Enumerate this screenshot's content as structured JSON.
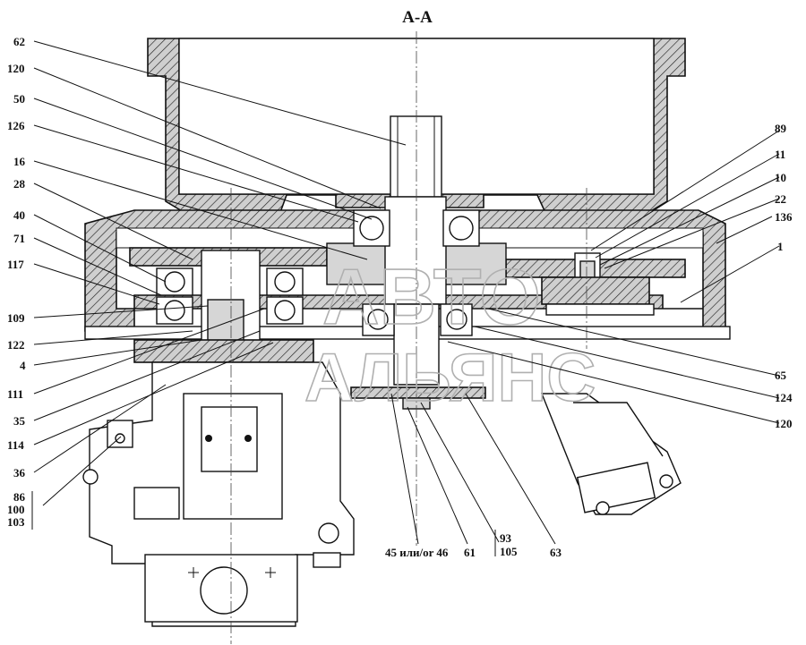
{
  "title": "A-A",
  "watermark": {
    "line1": "АВТО",
    "line2": "АЛЬЯНС"
  },
  "callouts_left": [
    "62",
    "120",
    "50",
    "126",
    "16",
    "28",
    "40",
    "71",
    "117",
    "109",
    "122",
    "4",
    "111",
    "35",
    "114",
    "36",
    "86",
    "100",
    "103"
  ],
  "callouts_right": [
    "89",
    "11",
    "10",
    "22",
    "136",
    "1",
    "65",
    "124",
    "120"
  ],
  "callouts_bottom": [
    "45 или/or 46",
    "61",
    "93",
    "105",
    "63"
  ]
}
